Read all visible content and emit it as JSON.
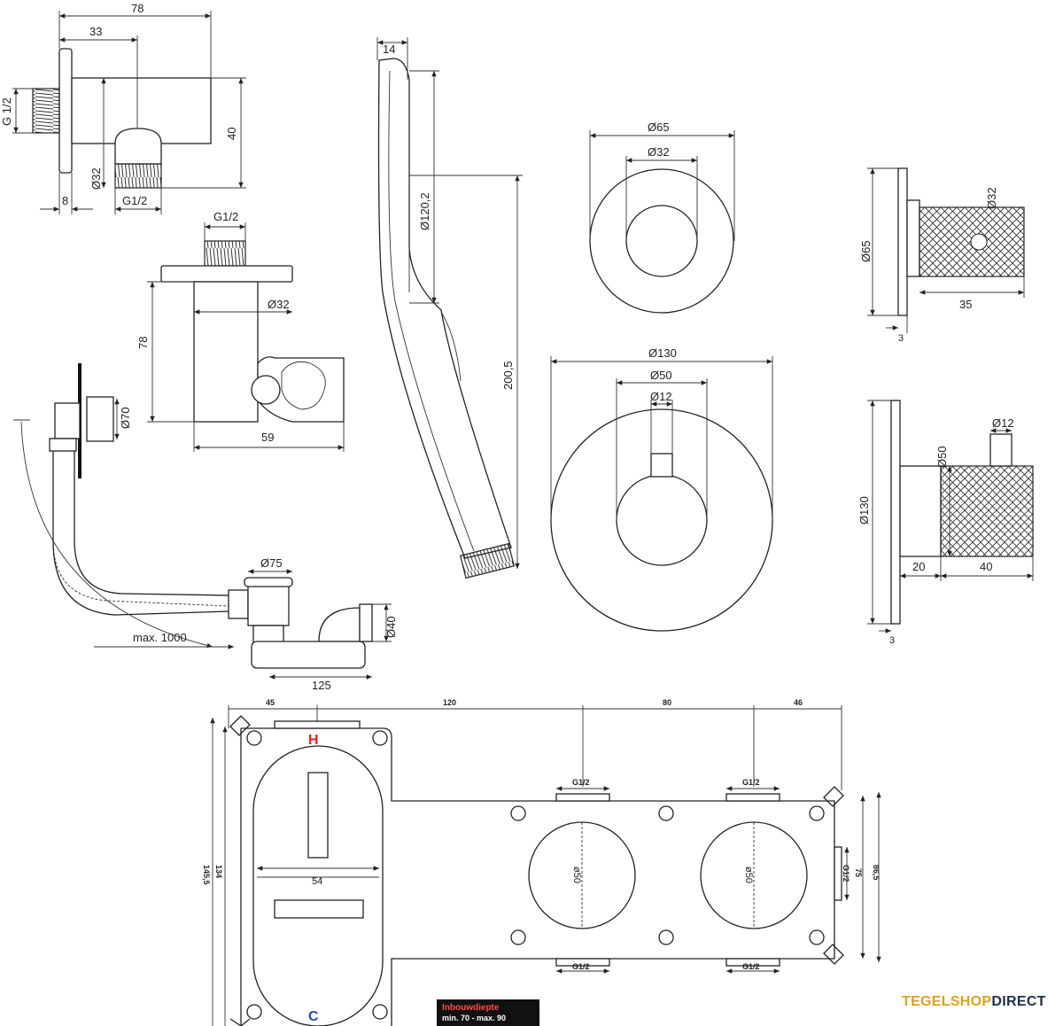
{
  "wall_elbow": {
    "dim_total": "78",
    "dim_offset": "33",
    "dim_thread": "G 1/2",
    "dim_height": "40",
    "dim_diam": "Ø32",
    "dim_outlet": "G1/2",
    "dim_flange": "8"
  },
  "holder": {
    "dim_thread": "G1/2",
    "dim_diam": "Ø32",
    "dim_height": "78",
    "dim_depth": "59"
  },
  "hand_shower": {
    "dim_width": "14",
    "dim_head": "Ø120,2",
    "dim_length": "200,5"
  },
  "small_rosette": {
    "dim_outer": "Ø65",
    "dim_inner": "Ø32",
    "side_outer": "Ø65",
    "side_knob": "Ø32",
    "side_depth": "35",
    "side_plate": "3"
  },
  "large_rosette": {
    "dim_outer": "Ø130",
    "dim_mid": "Ø50",
    "dim_inner": "Ø12",
    "side_outer": "Ø130",
    "side_knob": "Ø50",
    "side_stem": "Ø12",
    "side_d1": "20",
    "side_d2": "40",
    "side_plate": "3"
  },
  "bath_waste": {
    "dim_valve": "Ø70",
    "dim_drain": "Ø75",
    "dim_outlet": "Ø40",
    "dim_length": "max. 1000",
    "dim_trap": "125"
  },
  "body": {
    "top_dims": [
      "45",
      "120",
      "80",
      "46"
    ],
    "hot_label": "H",
    "cold_label": "C",
    "port_labels": [
      "G1/2",
      "G1/2",
      "G1/2",
      "G1/2",
      "G1/2"
    ],
    "left_dims": [
      "145,5",
      "134"
    ],
    "right_dims": [
      "75",
      "86,5"
    ],
    "inner_width": "54",
    "circle_labels": [
      "ø50",
      "ø50"
    ],
    "depth_title": "Inbouwdiepte",
    "depth_range": "min. 70 - max. 90"
  },
  "brand": {
    "part1": "TEGELSHOP",
    "part2": "DIRECT"
  },
  "colors": {
    "hot": "#e02020",
    "cold": "#1f4fa0",
    "brand_gold": "#d9a21b",
    "brand_navy": "#1f2f4a",
    "depth_box_bg": "#111111"
  }
}
